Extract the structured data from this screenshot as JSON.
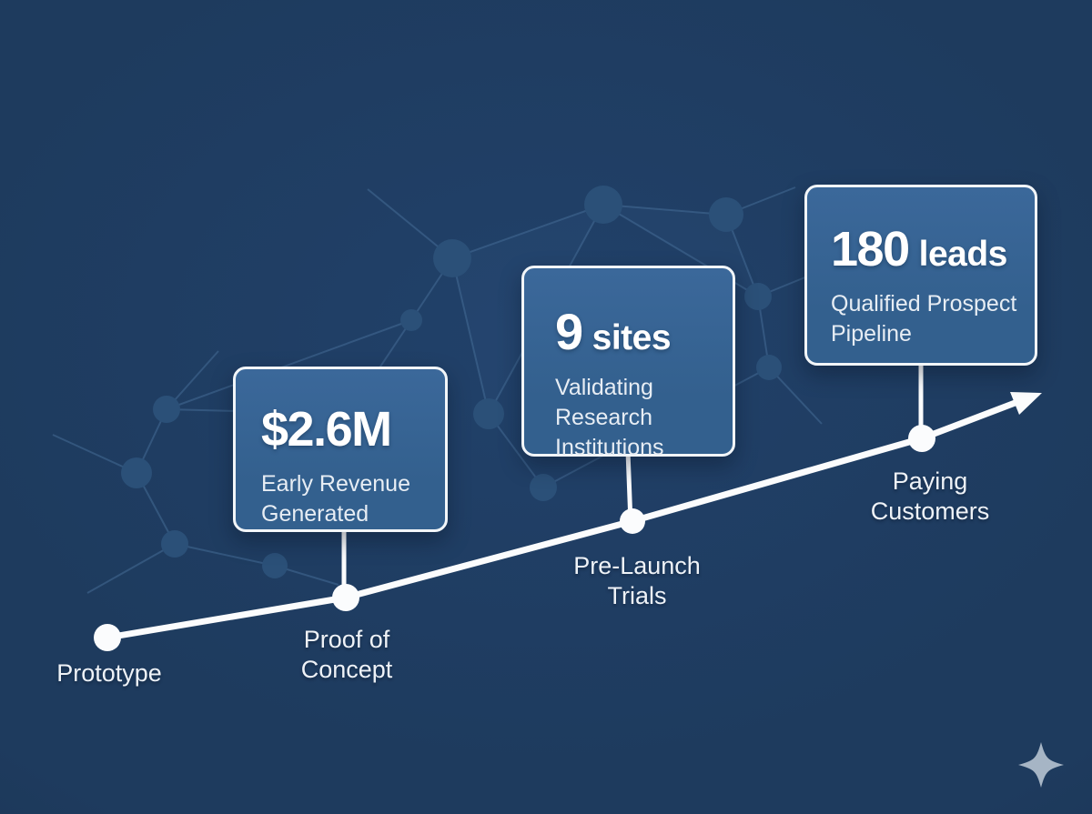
{
  "theme": {
    "colors": {
      "bg": "#1e3b5e",
      "bg-center": "#21416a",
      "bg-edge": "#162f4d",
      "card-fill": "#33608e",
      "card-fill-top": "#3b689a",
      "card-border": "#f2f6f9",
      "metric-ink": "#ffffff",
      "soft-ink": "#e7edf4",
      "label-ink": "#eef2f7",
      "line": "#fbfcfd",
      "net-edge": "#47709a",
      "net-node": "#2b5078",
      "sparkle": "#a6b5c5"
    }
  },
  "cards": [
    {
      "metric": "$2.6M",
      "unit": "",
      "desc_lines": [
        "Early Revenue",
        "Generated"
      ]
    },
    {
      "metric": "9",
      "unit": "sites",
      "desc_lines": [
        "Validating",
        "Research",
        "Institutions"
      ]
    },
    {
      "metric": "180",
      "unit": "leads",
      "desc_lines": [
        "Qualified Prospect",
        "Pipeline"
      ]
    }
  ],
  "timeline": {
    "milestones": [
      {
        "lines": [
          "Prototype"
        ]
      },
      {
        "lines": [
          "Proof of",
          "Concept"
        ]
      },
      {
        "lines": [
          "Pre-Launch",
          "Trials"
        ]
      },
      {
        "lines": [
          "Paying",
          "Customers"
        ]
      }
    ]
  },
  "icons": {
    "sparkle": "four-point-sparkle"
  }
}
